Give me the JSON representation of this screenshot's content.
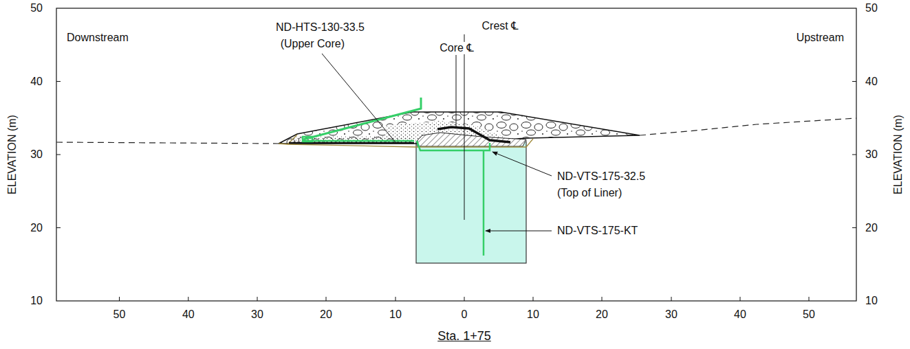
{
  "diagram": {
    "caption": "Sta. 1+75",
    "labels": [
      "Downstream",
      "Upstream",
      "ND-HTS-130-33.5",
      "(Upper Core)",
      "Crest ℄",
      "Core ℄",
      "ND-VTS-175-32.5",
      "(Top of Liner)",
      "ND-VTS-175-KT",
      "ELEVATION (m)",
      "ELEVATION (m)",
      "50",
      "40",
      "30",
      "20",
      "10",
      "50",
      "40",
      "30",
      "20",
      "10",
      "50",
      "40",
      "30",
      "20",
      "10",
      "0",
      "10",
      "20",
      "30",
      "40",
      "50"
    ]
  }
}
